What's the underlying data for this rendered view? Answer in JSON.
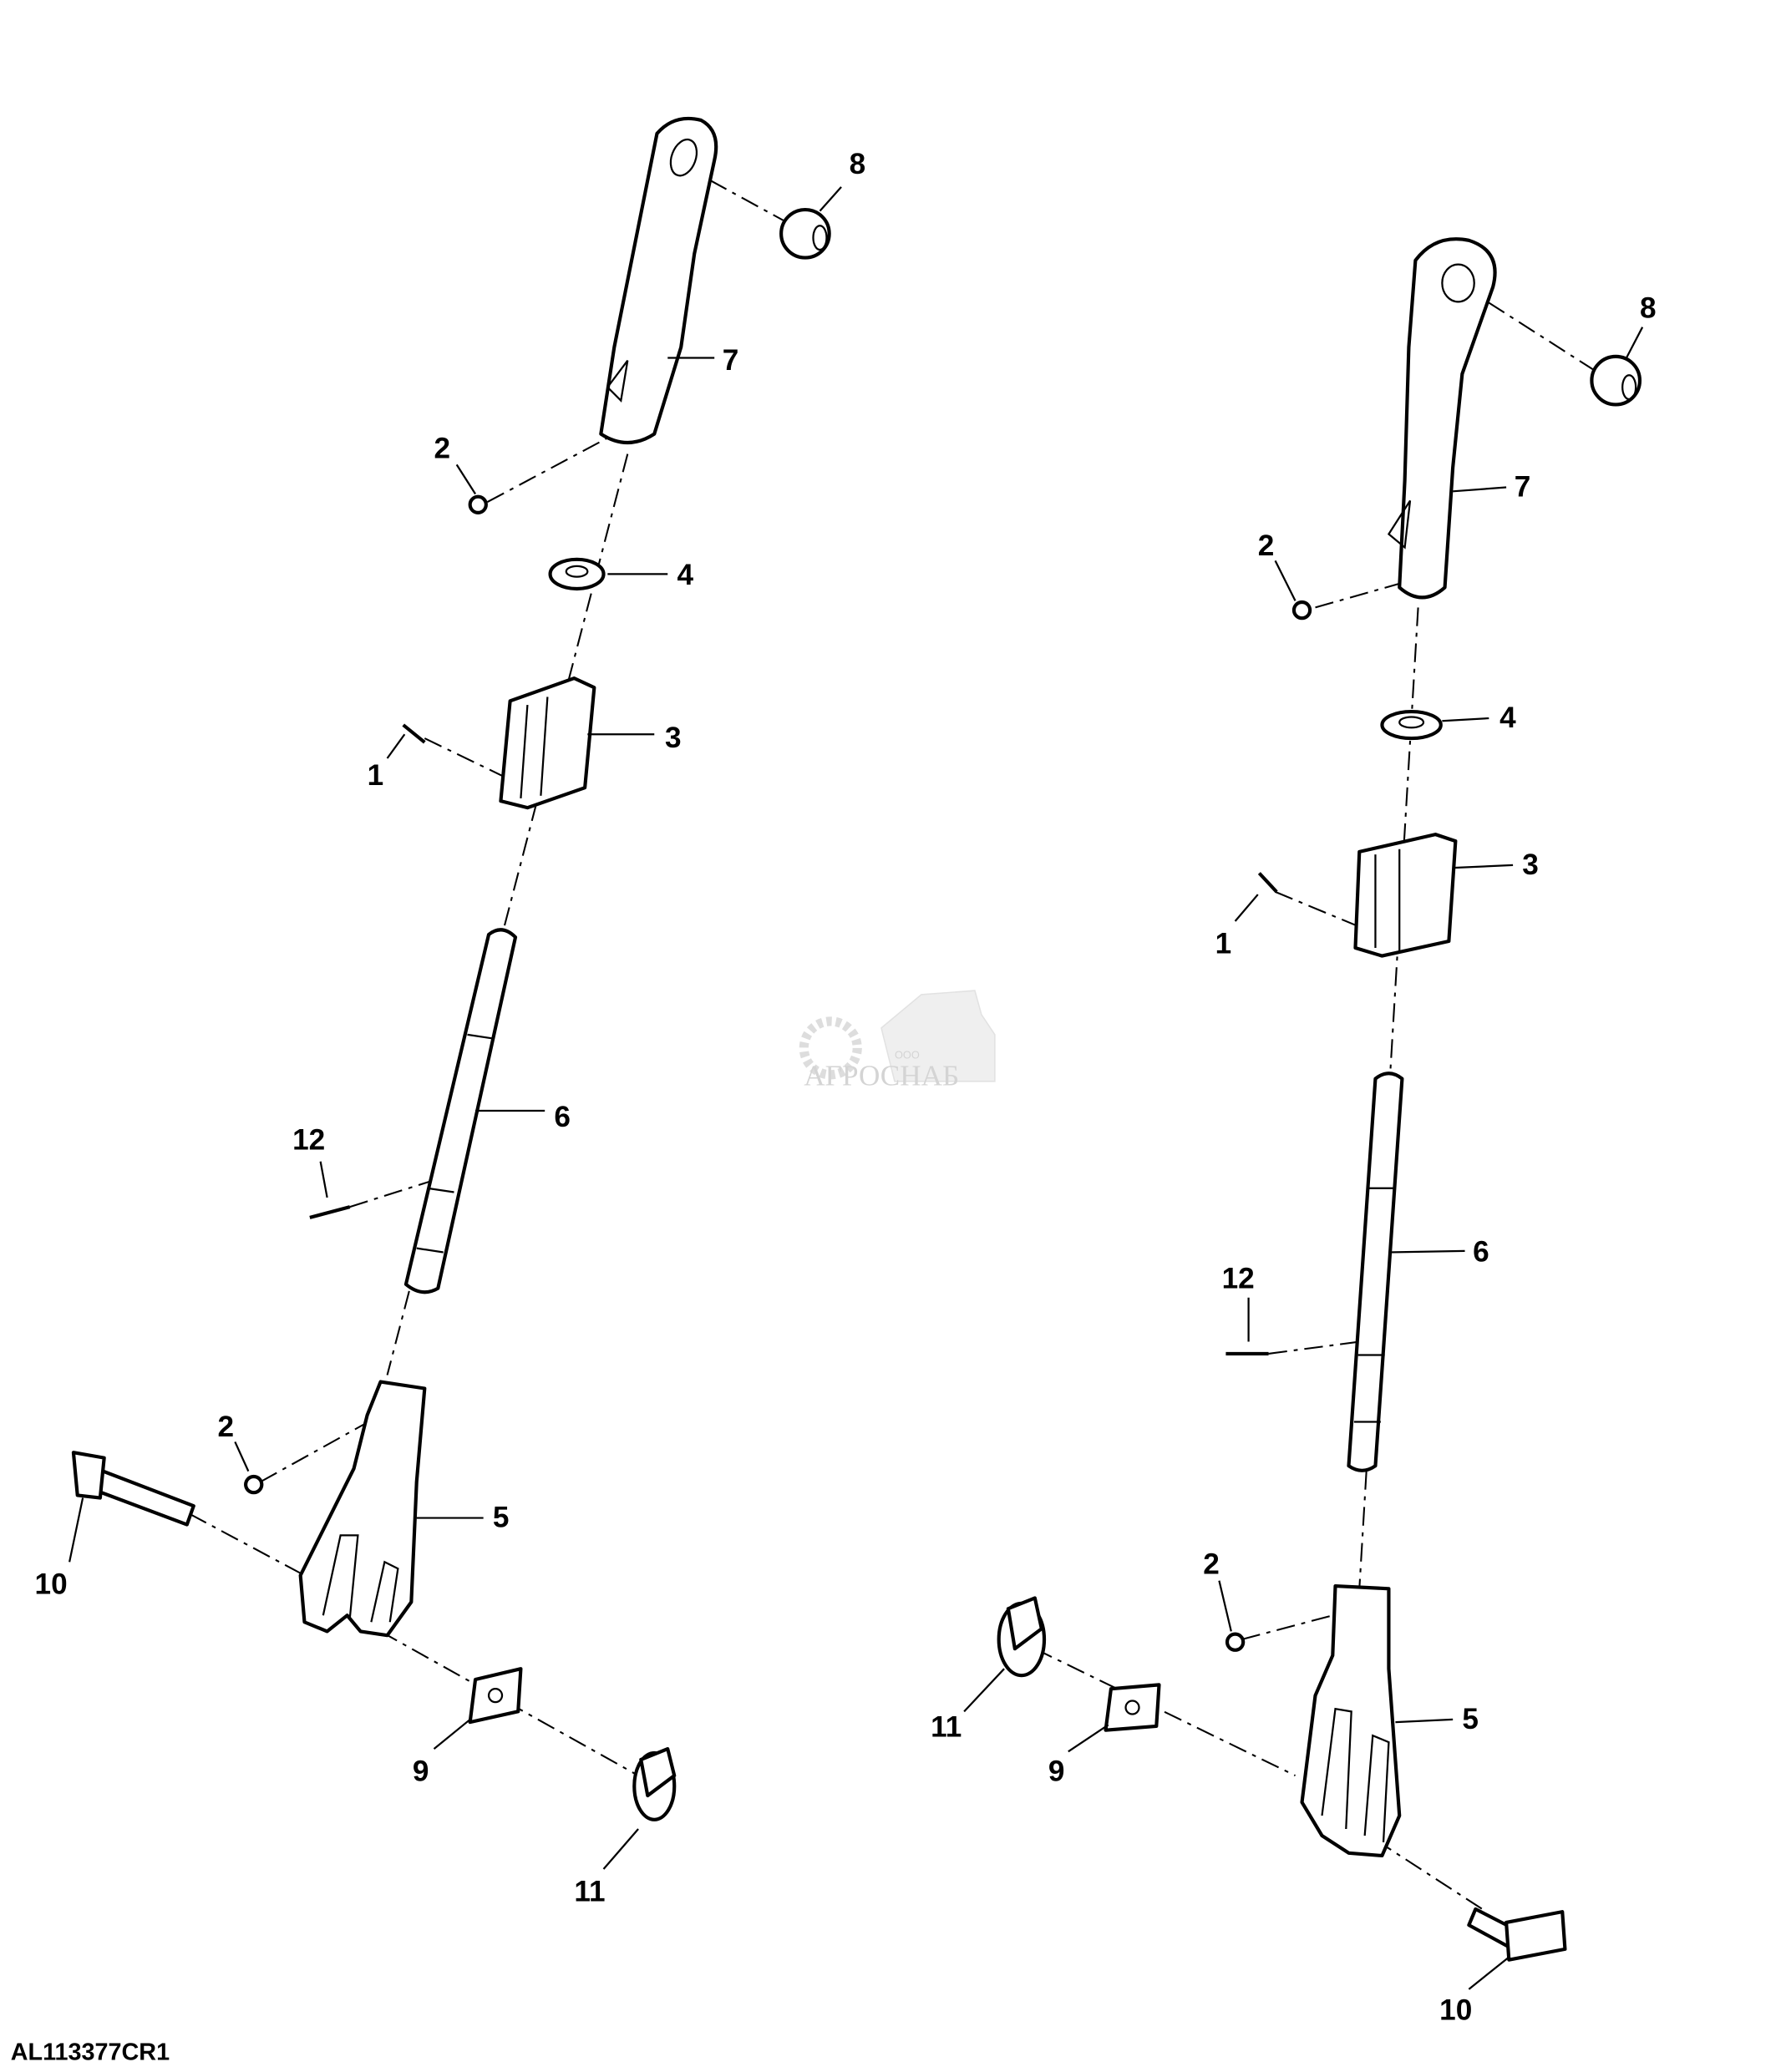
{
  "figure_id": "AL113377CR1",
  "watermark": {
    "prefix": "ООО",
    "name": "АГРОСНАБ"
  },
  "left_assembly": {
    "callouts": [
      "8",
      "7",
      "2",
      "4",
      "3",
      "1",
      "6",
      "12",
      "2",
      "5",
      "10",
      "9",
      "11"
    ]
  },
  "right_assembly": {
    "callouts": [
      "8",
      "7",
      "2",
      "4",
      "3",
      "1",
      "6",
      "12",
      "2",
      "5",
      "11",
      "9",
      "10"
    ]
  }
}
